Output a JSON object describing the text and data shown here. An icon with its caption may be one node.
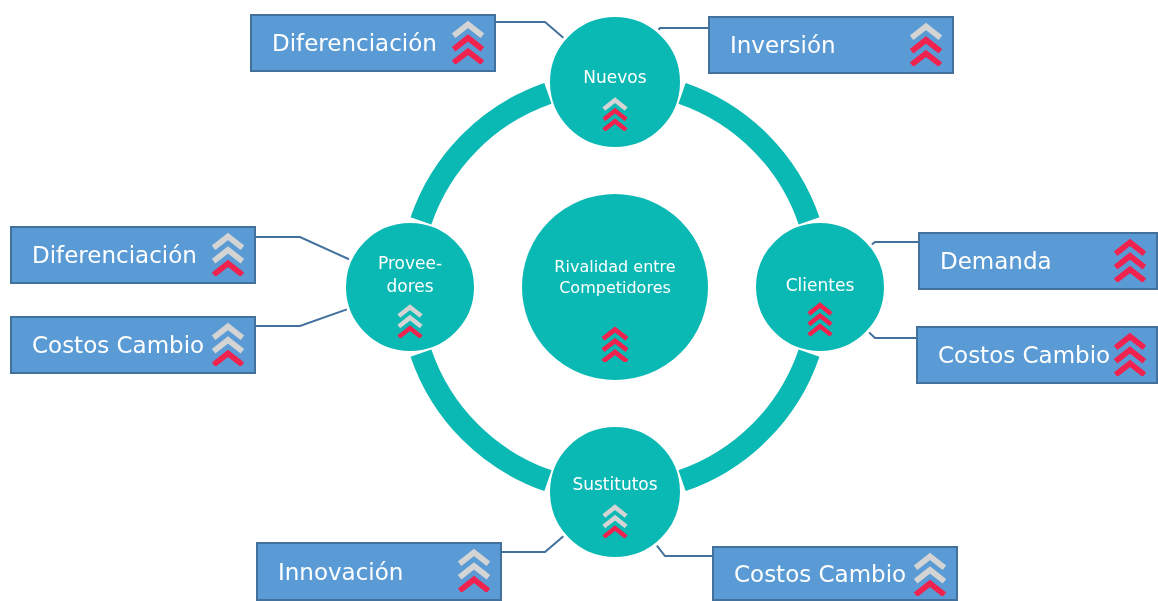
{
  "diagram": {
    "nodes": [
      {
        "text": [
          "Diferenciación"
        ]
      },
      {
        "text": [
          "Nuevos"
        ]
      },
      {
        "text": [
          "Inversión"
        ]
      },
      {
        "text": [
          "Diferenciación"
        ]
      },
      {
        "text": [
          "Provee- dores"
        ]
      },
      {
        "text": [
          "Rivalidad entre Competidores"
        ]
      },
      {
        "text": [
          "Clientes"
        ]
      },
      {
        "text": [
          "Demanda"
        ]
      },
      {
        "text": [
          "Costos Cambio"
        ]
      },
      {
        "text": [
          "Costos Cambio"
        ]
      },
      {
        "text": [
          "Sustitutos"
        ]
      },
      {
        "text": [
          "Innovación"
        ]
      },
      {
        "text": [
          "Costos Cambio"
        ]
      }
    ],
    "edges": [
      {
        "from": 0,
        "to": 1,
        "arrow": "none"
      },
      {
        "from": 2,
        "to": 1,
        "arrow": "none"
      },
      {
        "from": 3,
        "to": 4,
        "arrow": "none"
      },
      {
        "from": 8,
        "to": 4,
        "arrow": "none"
      },
      {
        "from": 7,
        "to": 6,
        "arrow": "none"
      },
      {
        "from": 9,
        "to": 6,
        "arrow": "none"
      },
      {
        "from": 11,
        "to": 10,
        "arrow": "none"
      },
      {
        "from": 12,
        "to": 10,
        "arrow": "none"
      },
      {
        "from": 1,
        "to": 6,
        "arrow": "none",
        "style": "thick",
        "color": "#0ab8b4"
      },
      {
        "from": 6,
        "to": 10,
        "arrow": "none",
        "style": "thick",
        "color": "#0ab8b4"
      },
      {
        "from": 10,
        "to": 4,
        "arrow": "none",
        "style": "thick",
        "color": "#0ab8b4"
      },
      {
        "from": 4,
        "to": 1,
        "arrow": "none",
        "style": "thick",
        "color": "#0ab8b4"
      }
    ]
  }
}
